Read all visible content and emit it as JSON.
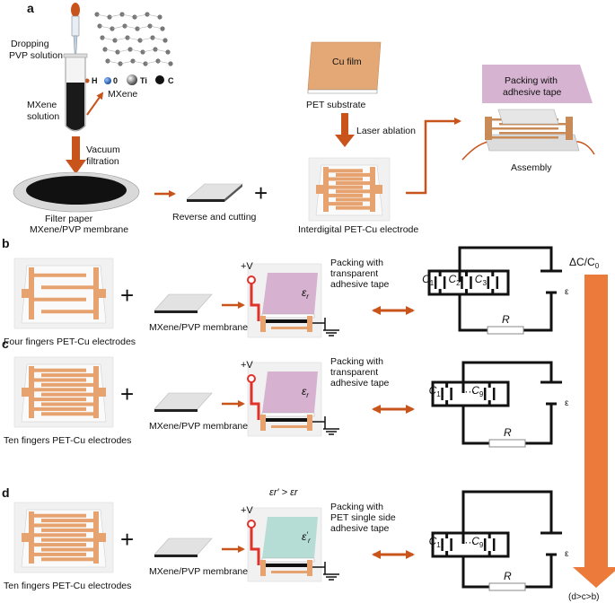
{
  "panels": {
    "a": "a",
    "b": "b",
    "c": "c",
    "d": "d"
  },
  "a": {
    "dropping": [
      "Dropping",
      "PVP solution"
    ],
    "mxene": "MXene",
    "legend": {
      "h": "H",
      "o": "0",
      "ti": "Ti",
      "c": "C"
    },
    "mxene_solution": [
      "MXene",
      "solution"
    ],
    "vacuum": [
      "Vacuum",
      "filtration"
    ],
    "filter_paper": "Filter paper",
    "membrane": "MXene/PVP membrane",
    "reverse": "Reverse and cutting",
    "plus": "+",
    "cu_film": "Cu film",
    "pet_substrate": "PET substrate",
    "laser": "Laser ablation",
    "electrode": "Interdigital PET-Cu electrode",
    "packing": [
      "Packing with",
      "adhesive tape"
    ],
    "assembly": "Assembly"
  },
  "b": {
    "electrodes": "Four fingers PET-Cu electrodes",
    "plus": "+",
    "membrane": "MXene/PVP membrane",
    "voltage": "+V",
    "eps": "ε",
    "eps_sub": "r",
    "packing": [
      "Packing with",
      "transparent",
      "adhesive tape"
    ],
    "caps": [
      {
        "c": "C",
        "s": "1"
      },
      {
        "c": "C",
        "s": "2"
      },
      {
        "c": "C",
        "s": "3"
      }
    ],
    "source": "ε",
    "resistor": "R"
  },
  "c": {
    "electrodes": "Ten fingers PET-Cu electrodes",
    "plus": "+",
    "membrane": "MXene/PVP membrane",
    "voltage": "+V",
    "eps": "ε",
    "eps_sub": "r",
    "packing": [
      "Packing with",
      "transparent",
      "adhesive tape"
    ],
    "caps": [
      {
        "c": "C",
        "s": "1"
      },
      {
        "c": "C",
        "s": "9"
      }
    ],
    "dots": "···",
    "source": "ε",
    "resistor": "R"
  },
  "d": {
    "electrodes": "Ten fingers PET-Cu electrodes",
    "plus": "+",
    "membrane": "MXene/PVP membrane",
    "voltage": "+V",
    "eps_compare": "εr′ > εr",
    "eps": "ε",
    "eps_sub": "r",
    "eps_prime": "′",
    "packing": [
      "Packing with",
      "PET single side",
      "adhesive tape"
    ],
    "caps": [
      {
        "c": "C",
        "s": "1"
      },
      {
        "c": "C",
        "s": "9"
      }
    ],
    "dots": "···",
    "source": "ε",
    "resistor": "R"
  },
  "trend": {
    "label": "ΔC/C",
    "sub": "0",
    "order": "(d>c>b)"
  },
  "colors": {
    "arrow": "#c8541c",
    "copper": "#e6a26f",
    "pink": "#d6b1d0",
    "teal": "#b6dcd6",
    "trend": "#ec7a3a",
    "red": "#e0322b"
  }
}
